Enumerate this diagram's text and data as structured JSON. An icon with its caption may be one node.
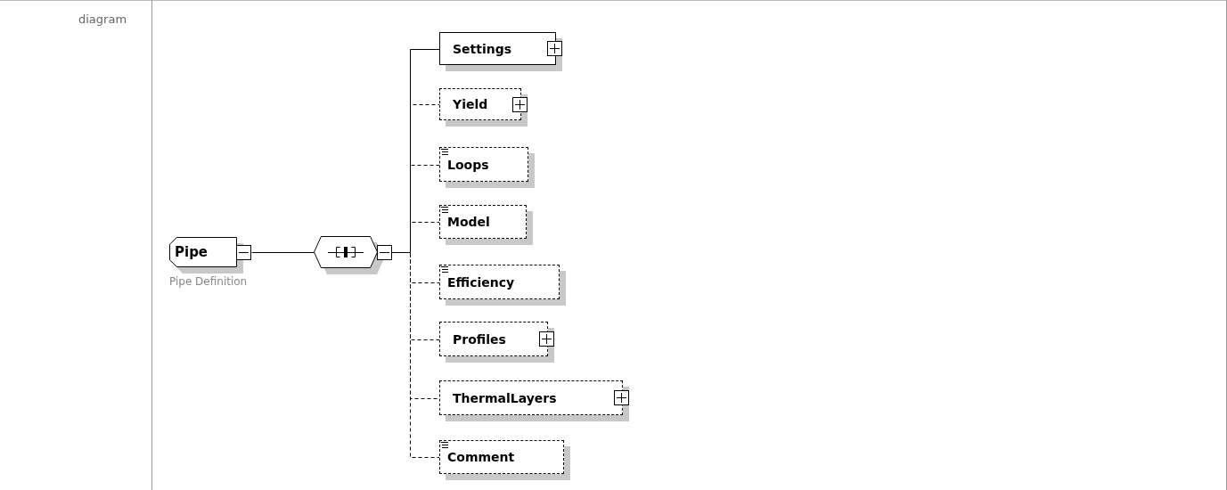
{
  "diagram": {
    "nodes": [
      {
        "text": [
          "Pipe"
        ],
        "beside": [
          "Pipe Definition"
        ]
      },
      {
        "text": [],
        "shape": "hexagon"
      },
      {
        "text": [
          "Settings"
        ]
      },
      {
        "text": [
          "Yield"
        ]
      },
      {
        "text": [
          "Loops"
        ]
      },
      {
        "text": [
          "Model"
        ]
      },
      {
        "text": [
          "Efficiency"
        ]
      },
      {
        "text": [
          "Profiles"
        ]
      },
      {
        "text": [
          "ThermalLayers"
        ]
      },
      {
        "text": [
          "Comment"
        ]
      }
    ],
    "edges": [
      {
        "from": 0,
        "to": 1,
        "arrow": "none"
      },
      {
        "from": 1,
        "to": 2,
        "arrow": "none"
      },
      {
        "from": 1,
        "to": 3,
        "arrow": "none",
        "style": "dashed"
      },
      {
        "from": 1,
        "to": 4,
        "arrow": "none",
        "style": "dashed"
      },
      {
        "from": 1,
        "to": 5,
        "arrow": "none",
        "style": "dashed"
      },
      {
        "from": 1,
        "to": 6,
        "arrow": "none",
        "style": "dashed"
      },
      {
        "from": 1,
        "to": 7,
        "arrow": "none",
        "style": "dashed"
      },
      {
        "from": 1,
        "to": 8,
        "arrow": "none",
        "style": "dashed"
      },
      {
        "from": 1,
        "to": 9,
        "arrow": "none",
        "style": "dashed"
      }
    ],
    "labels": [
      "diagram"
    ]
  }
}
